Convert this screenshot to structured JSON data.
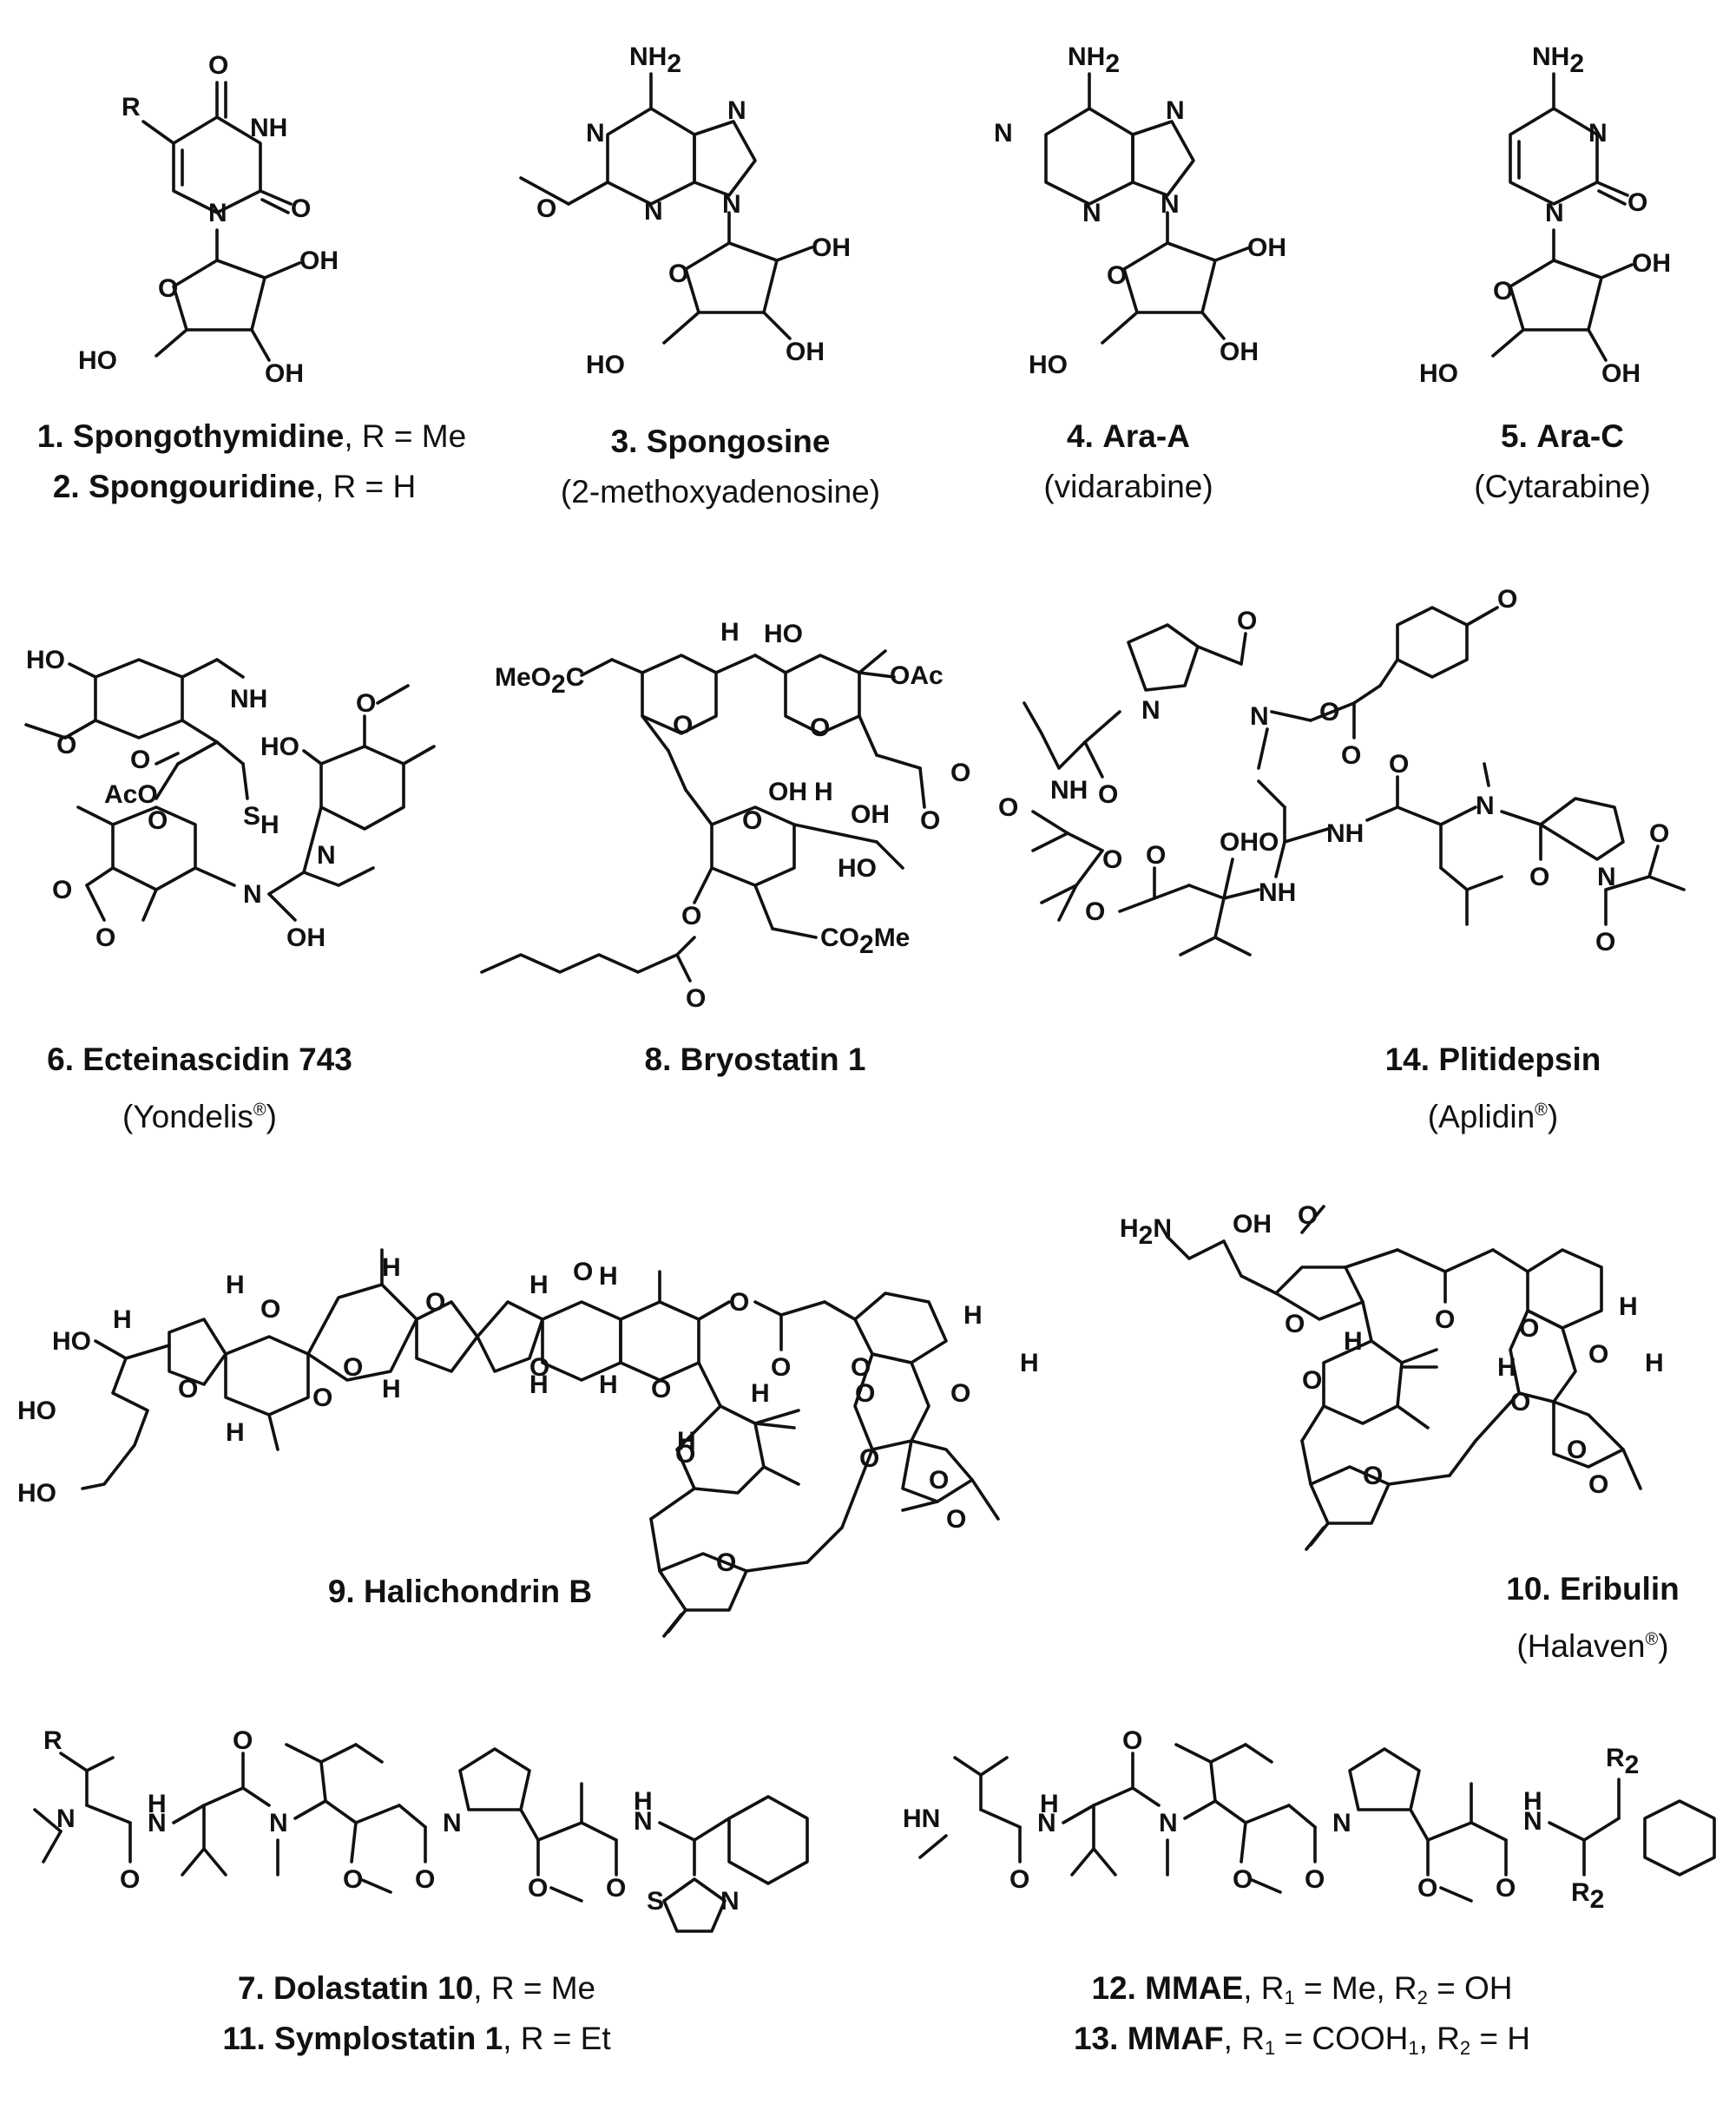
{
  "compounds": [
    {
      "number": "1.",
      "name": "Spongothymidine",
      "suffix": ", R = Me"
    },
    {
      "number": "2.",
      "name": "Spongouridine",
      "suffix": ", R = H"
    },
    {
      "number": "3.",
      "name": "Spongosine",
      "note": "(2-methoxyadenosine)"
    },
    {
      "number": "4.",
      "name": "Ara-A",
      "note": "(vidarabine)"
    },
    {
      "number": "5.",
      "name": "Ara-C",
      "note": "(Cytarabine)"
    },
    {
      "number": "6.",
      "name": "Ecteinascidin 743",
      "note_main": "(Yondelis",
      "note_mark": "®",
      "note_end": ")"
    },
    {
      "number": "8.",
      "name": "Bryostatin 1"
    },
    {
      "number": "14.",
      "name": "Plitidepsin",
      "note_main": "(Aplidin",
      "note_mark": "®",
      "note_end": ")"
    },
    {
      "number": "9.",
      "name": "Halichondrin B"
    },
    {
      "number": "10.",
      "name": "Eribulin",
      "note_main": "(Halaven",
      "note_mark": "®",
      "note_end": ")"
    },
    {
      "number": "7.",
      "name": "Dolastatin 10",
      "suffix": ", R = Me"
    },
    {
      "number": "11.",
      "name": "Symplostatin 1",
      "suffix": ", R = Et"
    },
    {
      "number": "12.",
      "name": "MMAE",
      "suffix_parts": [
        ", R",
        "1",
        " = Me, R",
        "2",
        " = OH"
      ]
    },
    {
      "number": "13.",
      "name": "MMAF",
      "suffix_parts": [
        ", R",
        "1",
        " = COOH",
        "1",
        ", R",
        "2",
        " = H"
      ]
    }
  ],
  "atom_labels": {
    "R": "R",
    "O": "O",
    "NH": "NH",
    "N": "N",
    "OH": "OH",
    "HO": "HO",
    "H": "H",
    "NH2": "NH",
    "two": "2",
    "S": "S",
    "AcO": "AcO",
    "OAc": "OAc",
    "MeO2C": "MeO",
    "MeO2C_end": "C",
    "CO2Me_start": "CO",
    "CO2Me_end": "Me",
    "HN": "HN",
    "H2N": "H",
    "H2N_end": "N",
    "R2": "R"
  }
}
